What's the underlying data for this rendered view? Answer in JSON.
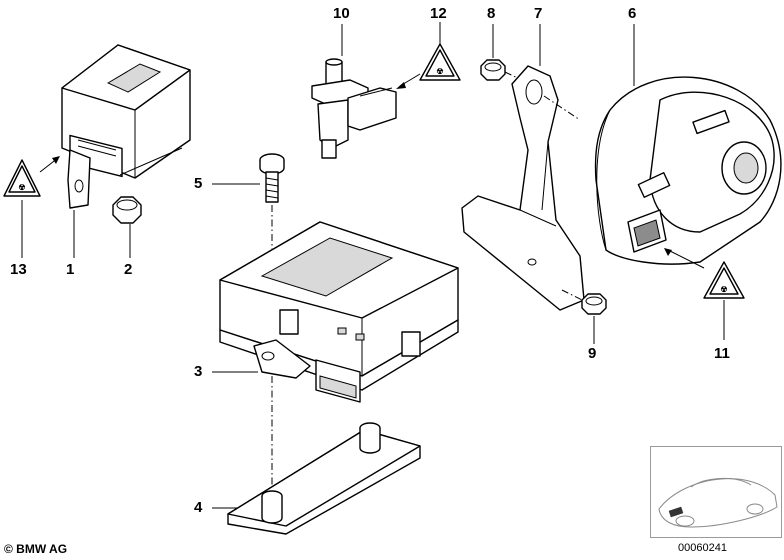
{
  "callouts": {
    "c1": "1",
    "c2": "2",
    "c3": "3",
    "c4": "4",
    "c5": "5",
    "c6": "6",
    "c7": "7",
    "c8": "8",
    "c9": "9",
    "c10": "10",
    "c11": "11",
    "c12": "12",
    "c13": "13"
  },
  "footer": {
    "brand": "© BMW AG",
    "code": "00060241"
  },
  "icons": {
    "warning": "warning-triangle-icon",
    "copyright": "copyright-icon"
  },
  "colors": {
    "line": "#000000",
    "shade": "#d9d9d9",
    "thumb_border": "#9a9a9a"
  }
}
